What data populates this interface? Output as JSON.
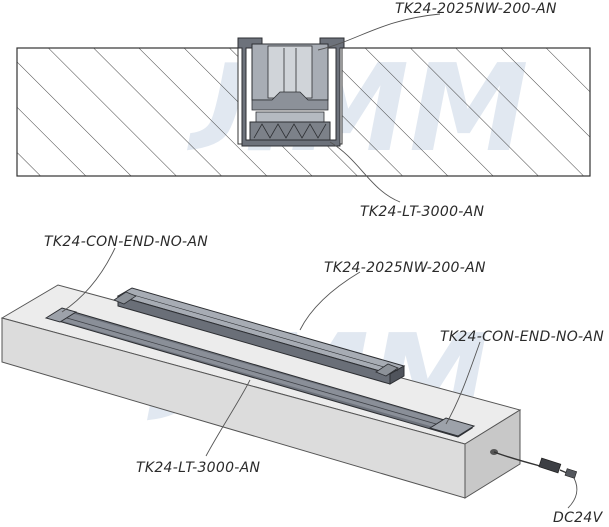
{
  "watermark": "ЛММ",
  "labels": {
    "section_profile": "TK24-2025NW-200-AN",
    "section_strip": "TK24-LT-3000-AN",
    "iso_end_cap_left": "TK24-CON-END-NO-AN",
    "iso_profile": "TK24-2025NW-200-AN",
    "iso_end_cap_right": "TK24-CON-END-NO-AN",
    "iso_strip": "TK24-LT-3000-AN",
    "power": "DC24V"
  }
}
